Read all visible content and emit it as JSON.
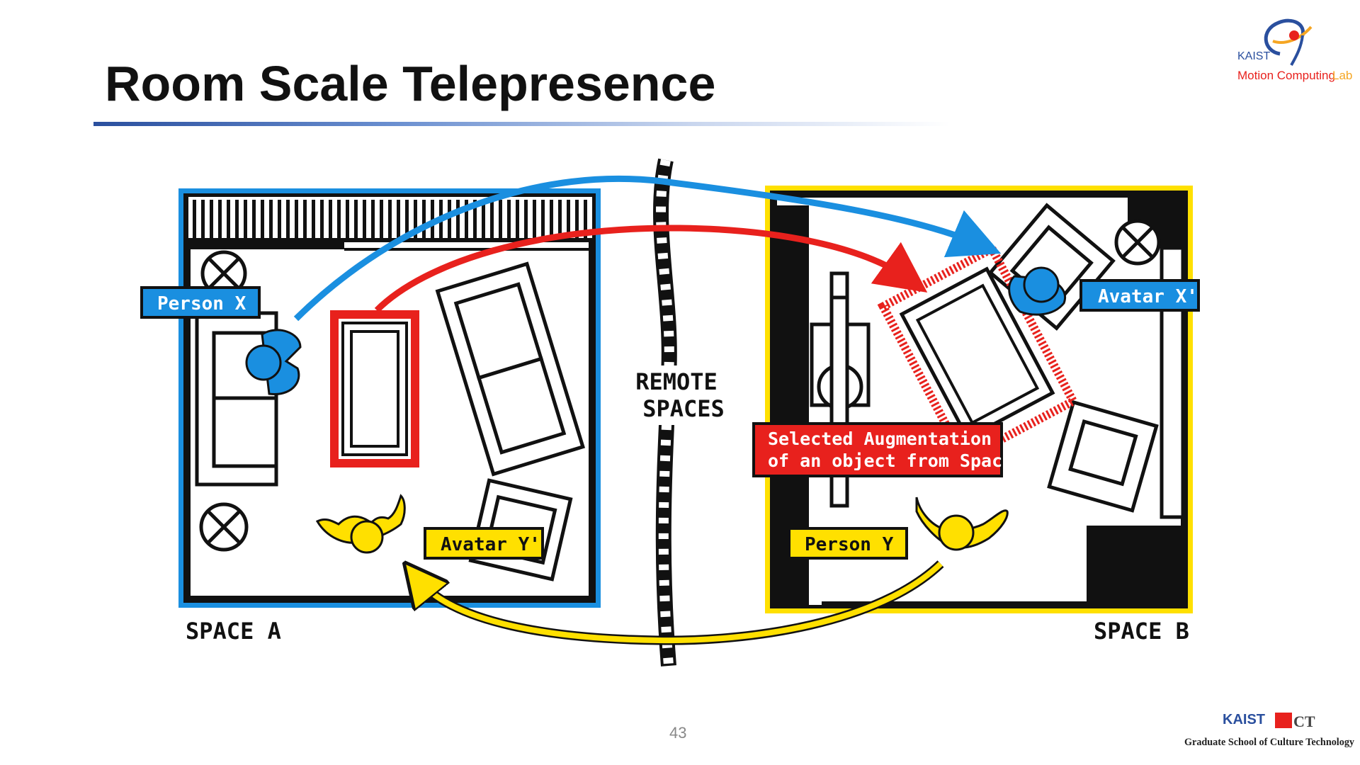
{
  "slide": {
    "title": "Room Scale Telepresence",
    "page_number": "43"
  },
  "diagram": {
    "center_label_line1": "REMOTE",
    "center_label_line2": "SPACES",
    "space_a_label": "SPACE A",
    "space_b_label": "SPACE B",
    "person_x_label": "Person X",
    "avatar_x_label": "Avatar X'",
    "avatar_y_label": "Avatar Y'",
    "person_y_label": "Person Y",
    "augmentation_line1": "Selected Augmentation",
    "augmentation_line2": "of an object from Space A",
    "colors": {
      "space_a": "#1a8fe0",
      "space_b": "#ffe000",
      "selected": "#e8211d",
      "person_x": "#1a8fe0",
      "person_y": "#ffe000"
    }
  },
  "logos": {
    "top_right_line1": "KAIST",
    "top_right_line2_a": "Motion Computing",
    "top_right_line2_b": "Lab",
    "bottom_right_line1": "KAIST",
    "bottom_right_ct": "CT",
    "bottom_right_line2": "Graduate School of Culture Technology"
  }
}
